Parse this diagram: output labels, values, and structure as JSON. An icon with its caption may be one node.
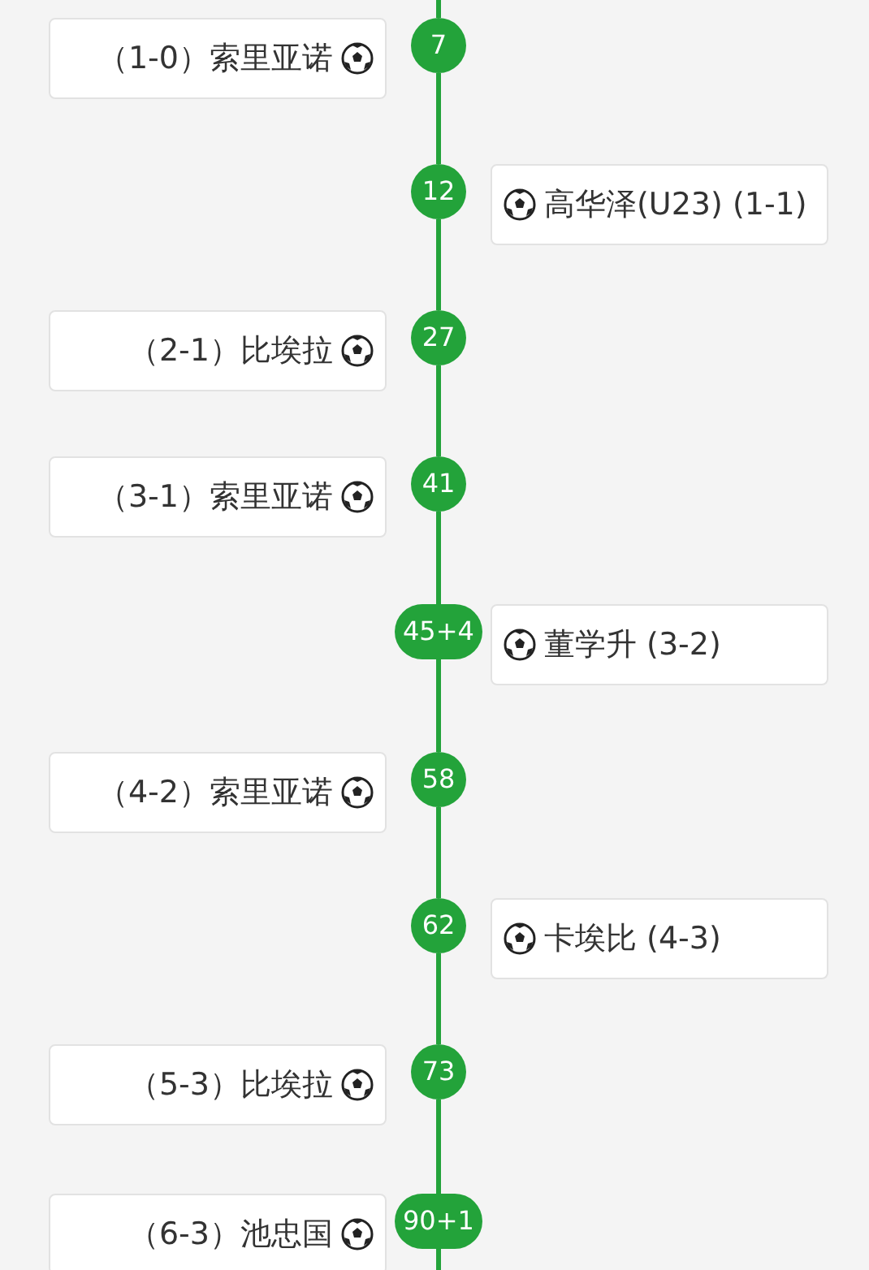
{
  "diagram": {
    "nodes": [
      {
        "text": [
          "（1-0）索里亚诺"
        ]
      },
      {
        "text": [
          "7"
        ]
      },
      {
        "text": [
          "高华泽(U23) (1-1)"
        ]
      },
      {
        "text": [
          "12"
        ]
      },
      {
        "text": [
          "（2-1）比埃拉"
        ]
      },
      {
        "text": [
          "27"
        ]
      },
      {
        "text": [
          "（3-1）索里亚诺"
        ]
      },
      {
        "text": [
          "41"
        ]
      },
      {
        "text": [
          "董学升 (3-2)"
        ]
      },
      {
        "text": [
          "45+4"
        ]
      },
      {
        "text": [
          "（4-2）索里亚诺"
        ]
      },
      {
        "text": [
          "58"
        ]
      },
      {
        "text": [
          "卡埃比 (4-3)"
        ]
      },
      {
        "text": [
          "62"
        ]
      },
      {
        "text": [
          "（5-3）比埃拉"
        ]
      },
      {
        "text": [
          "73"
        ]
      },
      {
        "text": [
          "（6-3）池忠国"
        ]
      },
      {
        "text": [
          "90+1"
        ]
      }
    ],
    "edges": [
      {
        "from": null,
        "to": 1,
        "arrow": "none"
      },
      {
        "from": 1,
        "to": 3,
        "arrow": "none"
      },
      {
        "from": 3,
        "to": 5,
        "arrow": "none"
      },
      {
        "from": 5,
        "to": 7,
        "arrow": "none"
      },
      {
        "from": 7,
        "to": 9,
        "arrow": "none"
      },
      {
        "from": 9,
        "to": 11,
        "arrow": "none"
      },
      {
        "from": 11,
        "to": 13,
        "arrow": "none"
      },
      {
        "from": 13,
        "to": 15,
        "arrow": "none"
      },
      {
        "from": 15,
        "to": 17,
        "arrow": "none"
      },
      {
        "from": 17,
        "to": null,
        "arrow": "none"
      }
    ]
  }
}
